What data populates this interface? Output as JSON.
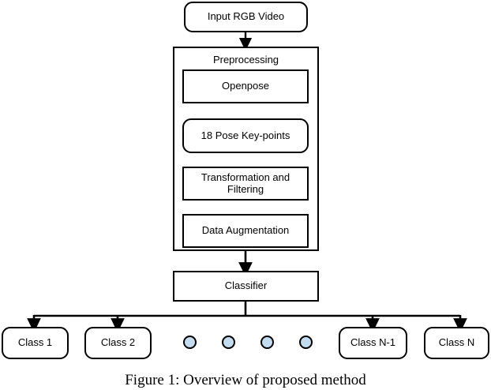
{
  "figure": {
    "caption": "Figure 1: Overview of proposed method",
    "colors": {
      "stroke": "#000000",
      "node_fill": "#ffffff",
      "dot_fill": "#c3dcf0",
      "background": "#ffffff"
    }
  },
  "nodes": {
    "input": {
      "label": "Input RGB Video",
      "shape": "rounded-rect"
    },
    "preprocessing": {
      "label": "Preprocessing",
      "shape": "rect-container"
    },
    "openpose": {
      "label": "Openpose",
      "shape": "rect"
    },
    "keypoints": {
      "label": "18 Pose Key-points",
      "shape": "rounded-rect"
    },
    "transformation": {
      "label": "Transformation and Filtering",
      "shape": "rect"
    },
    "augmentation": {
      "label": "Data Augmentation",
      "shape": "rect"
    },
    "classifier": {
      "label": "Classifier",
      "shape": "rect"
    }
  },
  "outputs": {
    "classes": [
      {
        "label": "Class 1"
      },
      {
        "label": "Class 2"
      },
      {
        "label": "Class N-1"
      },
      {
        "label": "Class N"
      }
    ],
    "ellipsis_dots": 4
  }
}
